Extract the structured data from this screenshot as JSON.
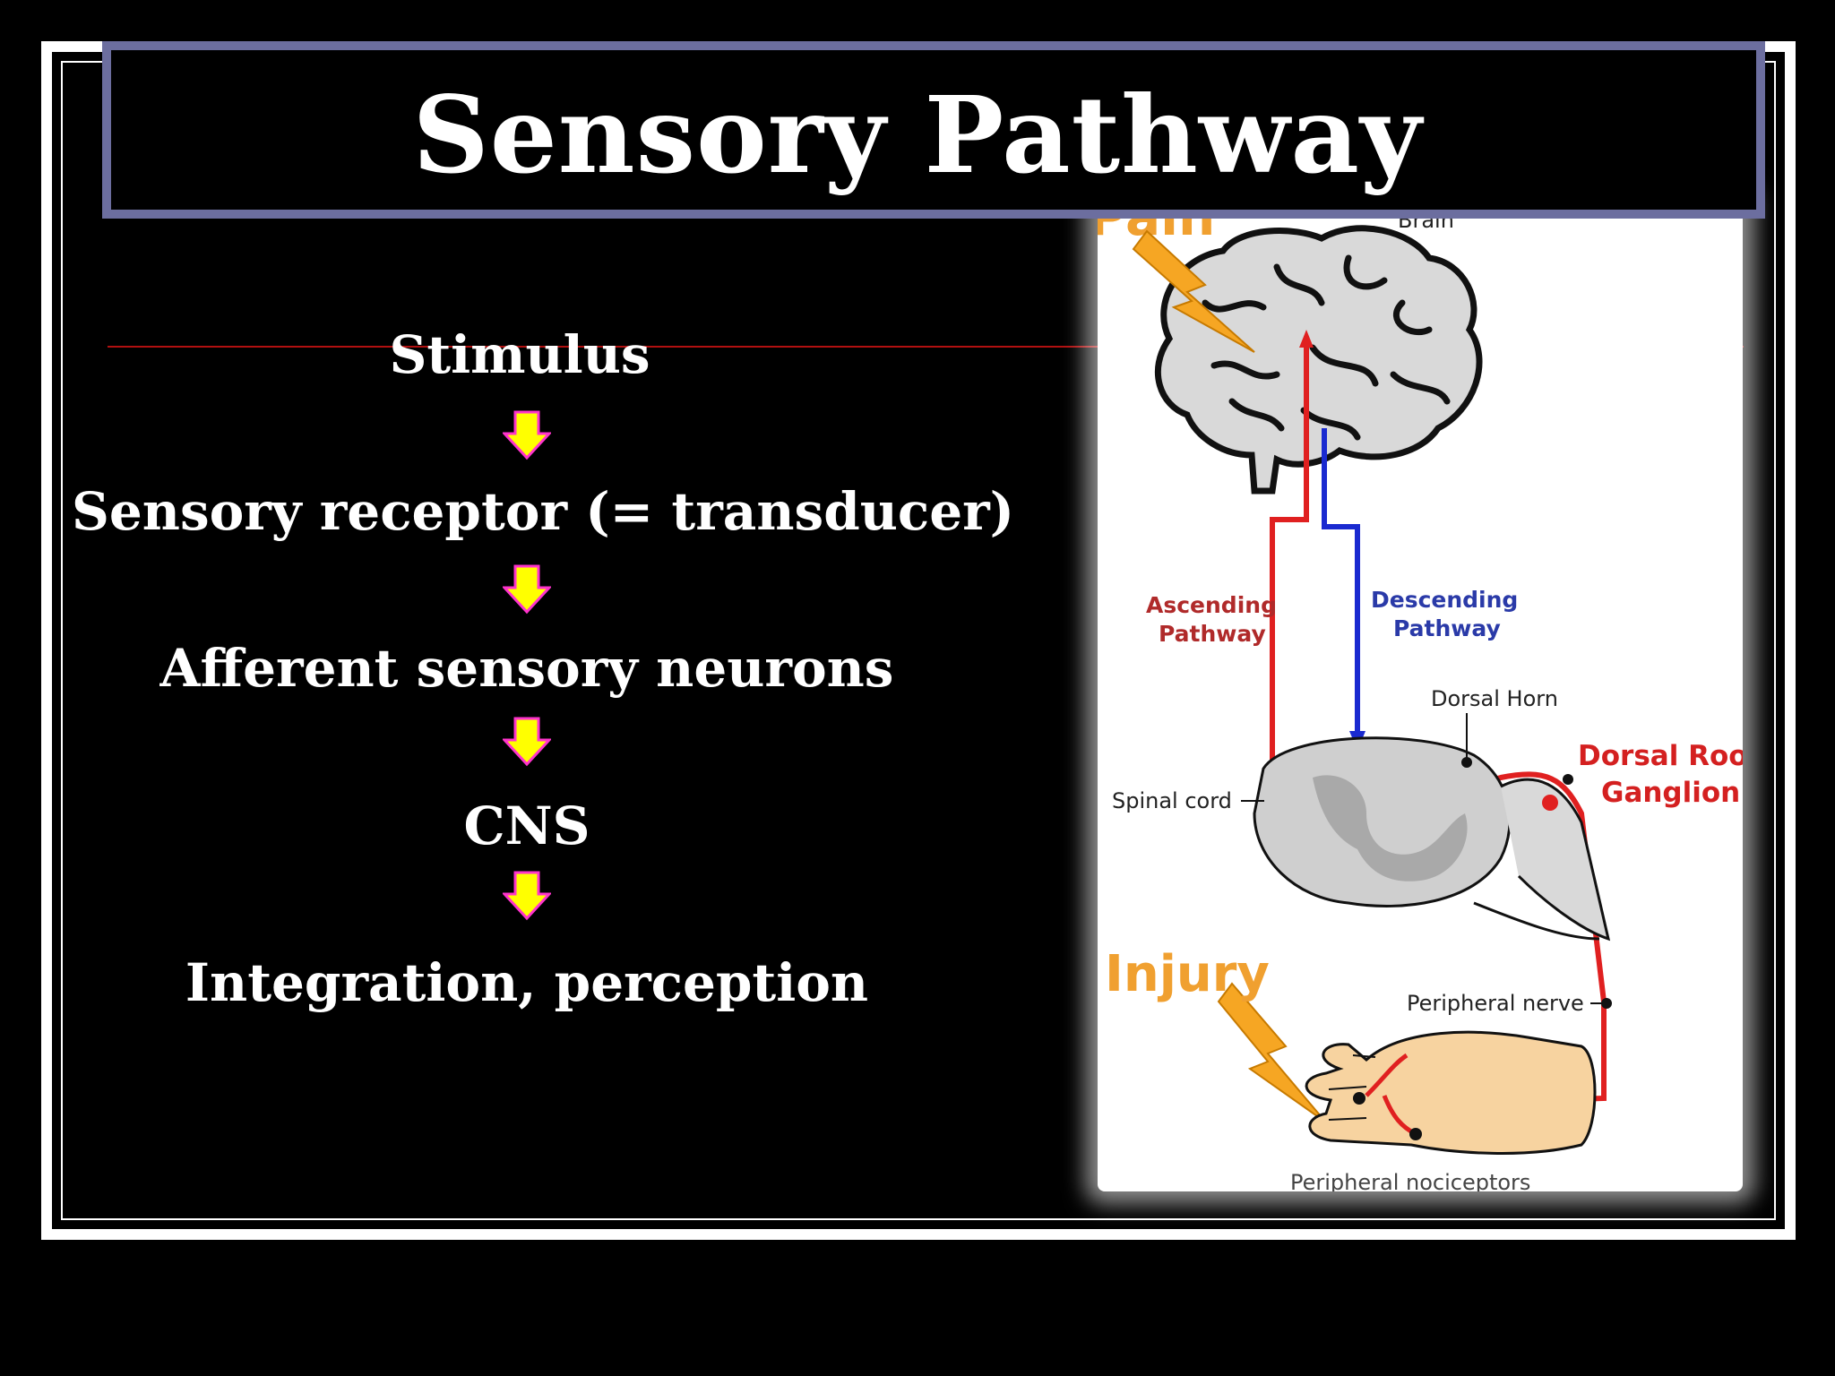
{
  "slide": {
    "title": "Sensory Pathway",
    "steps": [
      "Stimulus",
      "Sensory receptor (= transducer)",
      "Afferent sensory neurons",
      "CNS",
      "Integration, perception"
    ],
    "colors": {
      "arrow_fill": "#ffff00",
      "arrow_stroke": "#ff33cc",
      "title_border": "#6c6e9f",
      "rule": "#b01010"
    }
  },
  "figure": {
    "pain": "Pain",
    "brain": "Brain",
    "ascending_1": "Ascending",
    "ascending_2": "Pathway",
    "descending_1": "Descending",
    "descending_2": "Pathway",
    "dorsal_horn": "Dorsal Horn",
    "drg_1": "Dorsal Root",
    "drg_2": "Ganglion",
    "spinal_cord": "Spinal cord",
    "injury": "Injury",
    "peripheral_nerve": "Peripheral nerve",
    "nociceptors": "Peripheral nociceptors"
  }
}
